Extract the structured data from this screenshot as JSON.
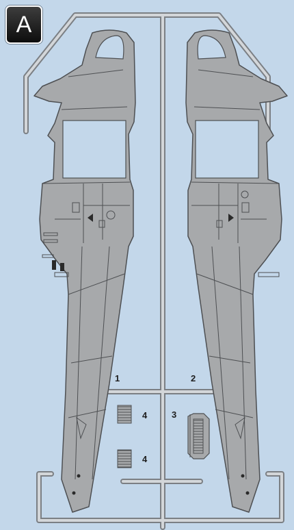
{
  "sprue": {
    "letter": "A",
    "part_numbers": [
      "1",
      "2",
      "3",
      "4",
      "4"
    ]
  },
  "colors": {
    "background": "#c3d7ea",
    "frame": "#8e9296",
    "part_fill": "#a7a9ab",
    "part_outline": "#4d4f52",
    "badge": "#1a1a1a"
  }
}
